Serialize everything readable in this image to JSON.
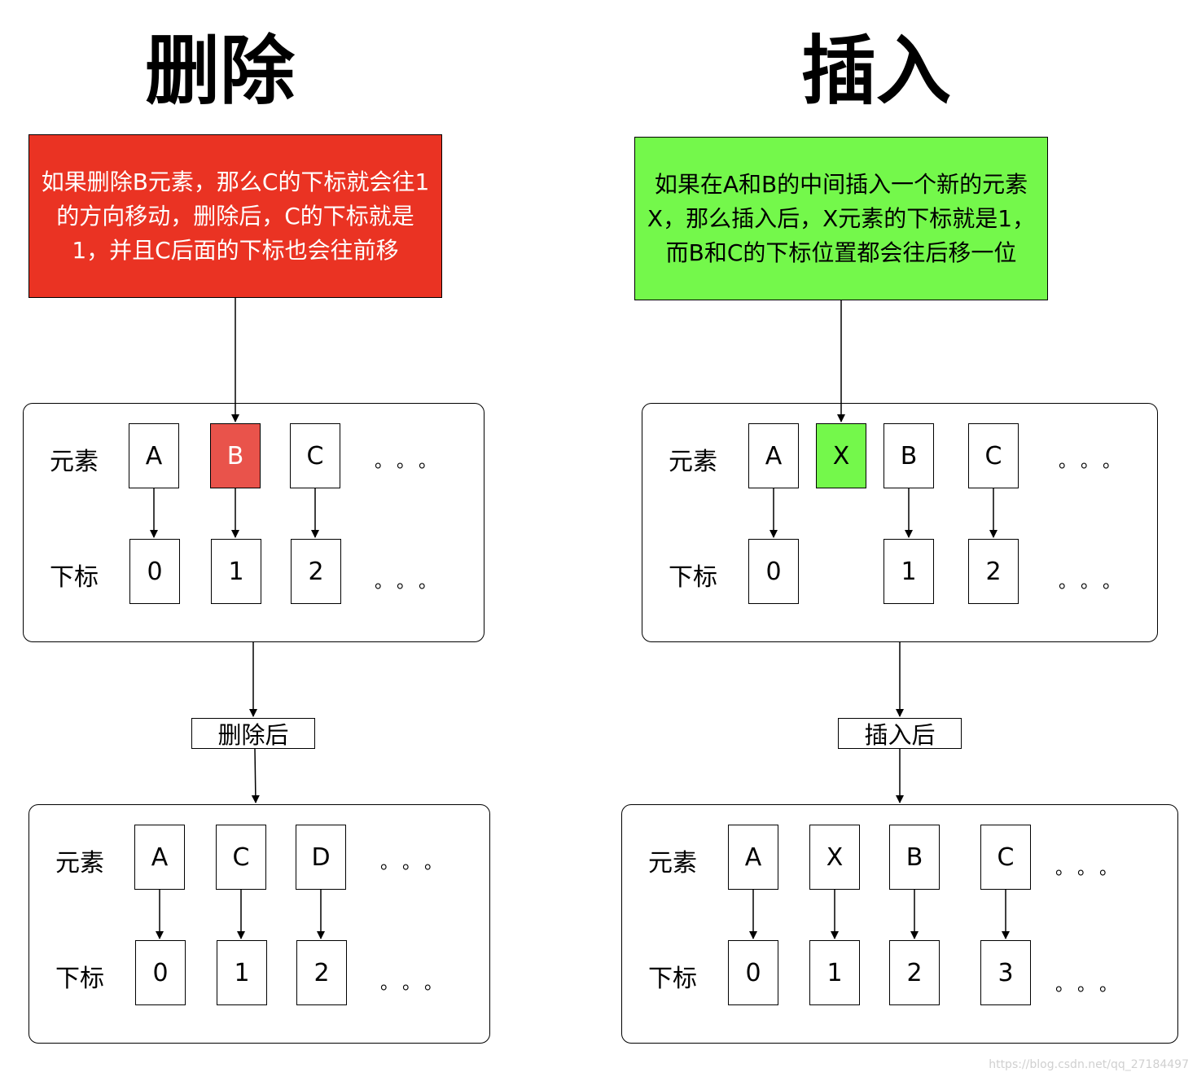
{
  "titles": {
    "delete": "删除",
    "insert": "插入"
  },
  "notes": {
    "delete": "如果删除B元素，那么C的下标就会往1的方向移动，删除后，C的下标就是1，并且C后面的下标也会往前移",
    "insert": "如果在A和B的中间插入一个新的元素X，那么插入后，X元素的下标就是1，而B和C的下标位置都会往后移一位"
  },
  "labels": {
    "elements": "元素",
    "indices": "下标",
    "ellipsis": "。。。"
  },
  "steps": {
    "after_delete": "删除后",
    "after_insert": "插入后"
  },
  "panels": {
    "delete_before": {
      "elements": [
        "A",
        "B",
        "C"
      ],
      "indices": [
        "0",
        "1",
        "2"
      ]
    },
    "insert_before": {
      "elements": [
        "A",
        "X",
        "B",
        "C"
      ],
      "indices": [
        "0",
        "1",
        "2"
      ]
    },
    "delete_after": {
      "elements": [
        "A",
        "C",
        "D"
      ],
      "indices": [
        "0",
        "1",
        "2"
      ]
    },
    "insert_after": {
      "elements": [
        "A",
        "X",
        "B",
        "C"
      ],
      "indices": [
        "0",
        "1",
        "2",
        "3"
      ]
    }
  },
  "colors": {
    "delete_note": "#ea3323",
    "insert_note": "#74f84b",
    "deleted_cell": "#e9534b",
    "inserted_cell": "#74f84b"
  },
  "watermark": "https://blog.csdn.net/qq_27184497"
}
